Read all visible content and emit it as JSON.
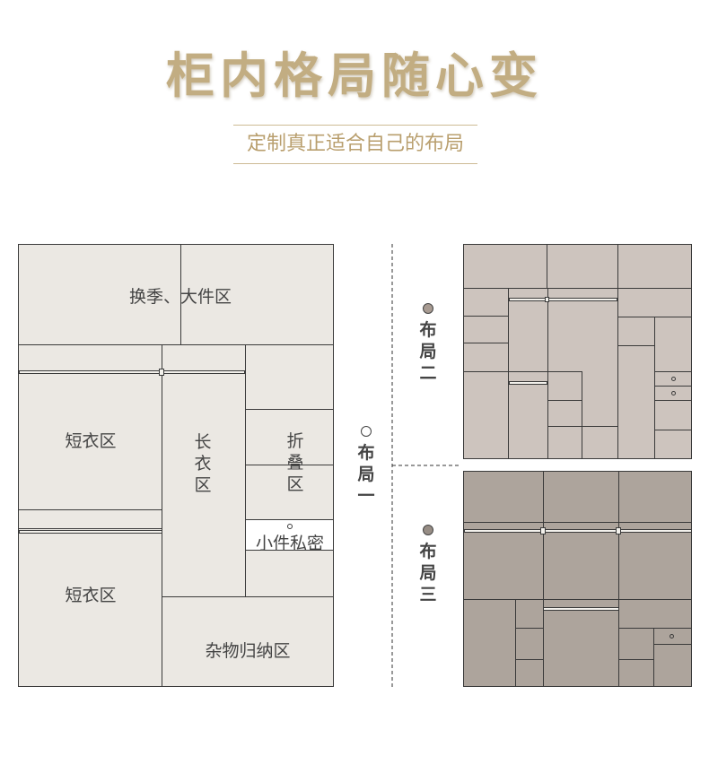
{
  "header": {
    "title": "柜内格局随心变",
    "subtitle": "定制真正适合自己的布局"
  },
  "layout1": {
    "name": "布局一",
    "fill": "#ebe8e3",
    "zones": {
      "seasonal": "换季、大件区",
      "short1": "短衣区",
      "long": "长衣区",
      "fold": "折叠区",
      "private": "小件私密",
      "short2": "短衣区",
      "misc": "杂物归纳区"
    }
  },
  "layout2": {
    "name": "布局二",
    "fill": "#cdc4be",
    "dot": "#a89b92"
  },
  "layout3": {
    "name": "布局三",
    "fill": "#ada49c",
    "dot": "#978d85"
  },
  "colors": {
    "accent": "#c2ad82",
    "line": "#3a3a3a"
  }
}
